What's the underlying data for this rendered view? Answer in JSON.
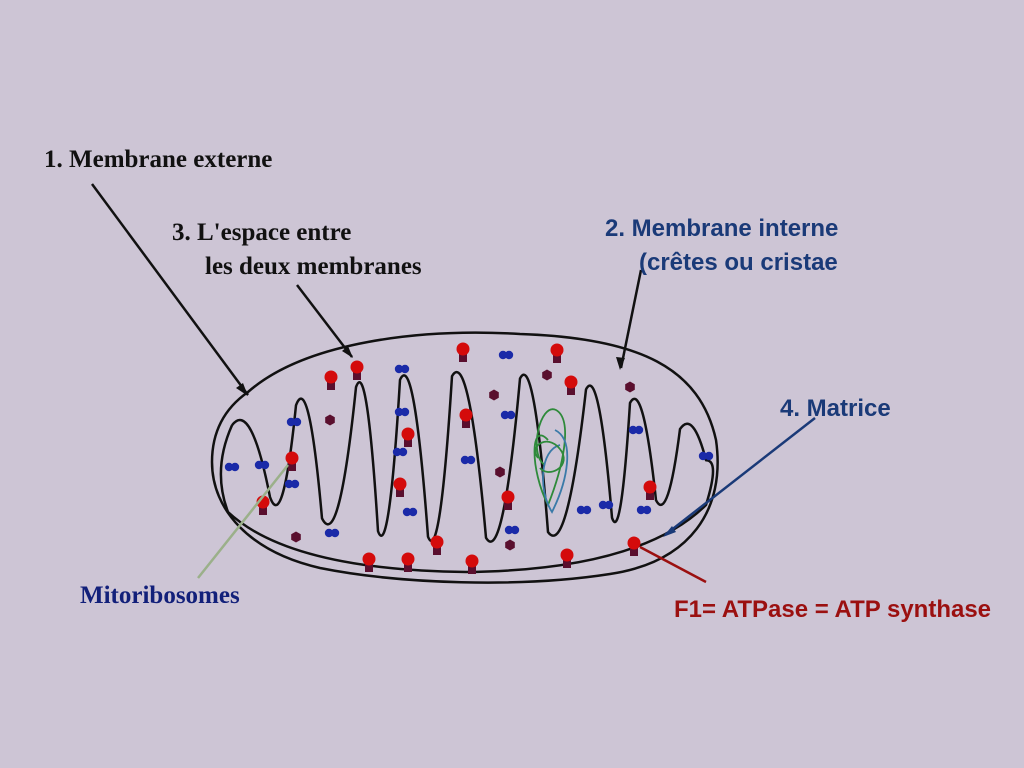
{
  "labels": {
    "outer_membrane": "1. Membrane externe",
    "intermembrane_space_line1": "3. L'espace entre",
    "intermembrane_space_line2": "les deux membranes",
    "inner_membrane_line1": "2. Membrane interne",
    "inner_membrane_line2": "(crêtes ou cristae",
    "matrix": "4. Matrice",
    "mitoribosomes": "Mitoribosomes",
    "atp_synthase": "F1= ATPase = ATP synthase"
  },
  "colors": {
    "background": "#cdc5d5",
    "membrane": "#111111",
    "atp_synthase": "#d40b0b",
    "ribosome": "#1a2aa8",
    "granule": "#5a0f2e",
    "dna": "#2e8a3a",
    "leader_atp": "#9b1010",
    "leader_matrix": "#1a3a78",
    "leader_ribo": "#9bb08a"
  }
}
